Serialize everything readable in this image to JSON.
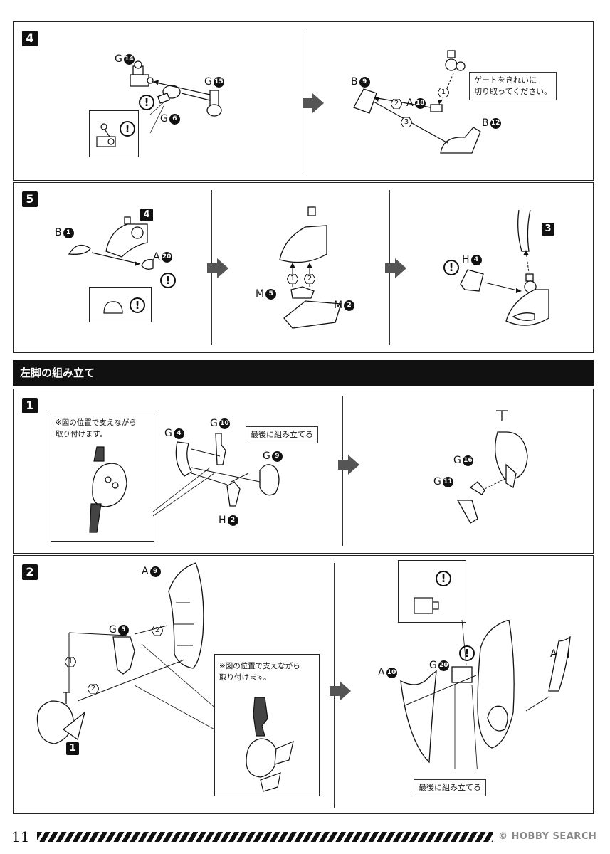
{
  "page_number": "11",
  "watermark": "© HOBBY SEARCH",
  "section_left_leg": {
    "title": "左脚の組み立て"
  },
  "step4": {
    "number": "4",
    "parts": {
      "g14": "14",
      "g15": "15",
      "g6": "6",
      "b9": "9",
      "a18": "18",
      "b12": "12"
    },
    "letters": {
      "g": "G",
      "b": "B",
      "a": "A"
    },
    "order": {
      "one": "1",
      "two": "2",
      "three": "3"
    },
    "note": "ゲートをきれいに\n切り取ってください。"
  },
  "step5": {
    "number": "5",
    "ref4": "4",
    "ref3": "3",
    "parts": {
      "b1": "1",
      "a20": "20",
      "m5": "5",
      "m2": "2",
      "h4": "4"
    },
    "letters": {
      "b": "B",
      "a": "A",
      "m": "M",
      "h": "H"
    },
    "order": {
      "one": "1",
      "two": "2"
    }
  },
  "left1": {
    "number": "1",
    "note": "※図の位置で支えながら\n取り付けます。",
    "final_note": "最後に組み立てる",
    "parts": {
      "g4": "4",
      "g10": "10",
      "g9": "9",
      "h2": "2",
      "g16": "16",
      "g11": "11"
    },
    "letters": {
      "g": "G",
      "h": "H"
    }
  },
  "left2": {
    "number": "2",
    "ref1": "1",
    "note": "※図の位置で支えながら\n取り付けます。",
    "final_note": "最後に組み立てる",
    "parts": {
      "a9": "9",
      "g5": "5",
      "a10": "10",
      "g20": "20",
      "a11": "11"
    },
    "letters": {
      "a": "A",
      "g": "G"
    },
    "order": {
      "one": "1",
      "two": "2"
    }
  },
  "warning_symbol": "!",
  "colors": {
    "ink": "#111111",
    "arrow_gray": "#555555"
  }
}
